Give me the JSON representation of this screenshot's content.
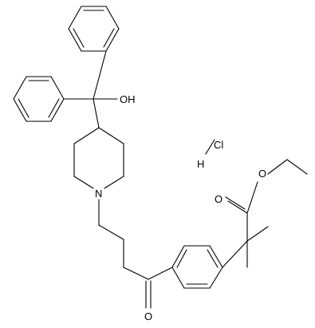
{
  "molecule": {
    "atoms": {
      "hydroxyl": "OH",
      "piperidine_nitrogen": "N",
      "ketone_oxygen": "O",
      "ester_carbonyl_oxygen": "O",
      "ester_ether_oxygen": "O",
      "chlorine": "Cl",
      "hydrogen": "H"
    },
    "colors": {
      "bond": "#000000",
      "label": "#000000",
      "background": "#ffffff"
    }
  }
}
